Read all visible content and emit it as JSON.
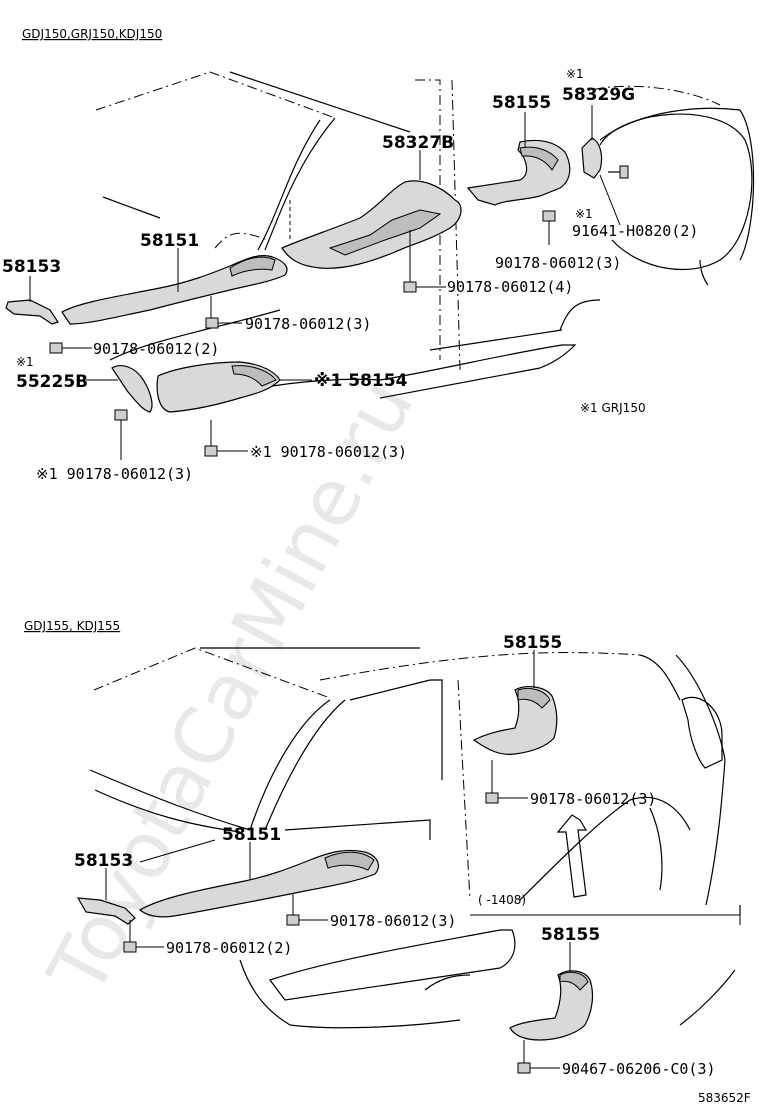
{
  "watermark": "ToyotaCarMine.ru",
  "sections": [
    {
      "title": "GDJ150,GRJ150,KDJ150",
      "labels": {
        "p58155": "58155",
        "mark_58329": "※1",
        "p58329g": "58329G",
        "p58327b": "58327B",
        "mark_91641": "※1",
        "p91641": "91641-H0820(2)",
        "p90178_3a": "90178-06012(3)",
        "p58151": "58151",
        "p90178_4": "90178-06012(4)",
        "p58153": "58153",
        "p90178_3b": "90178-06012(3)",
        "mark_55225": "※1",
        "p90178_2": "90178-06012(2)",
        "p55225b": "55225B",
        "p58154": "※1 58154",
        "note": "※1 GRJ150",
        "p90178_3c": "※1 90178-06012(3)",
        "p90178_3d": "※1 90178-06012(3)"
      }
    },
    {
      "title": "GDJ155, KDJ155",
      "labels": {
        "p58155": "58155",
        "p90178_3a": "90178-06012(3)",
        "p58151": "58151",
        "p58153": "58153",
        "range": "(   -1408)",
        "p90178_3b": "90178-06012(3)",
        "p90178_2": "90178-06012(2)",
        "p58155b": "58155",
        "p90467": "90467-06206-C0(3)"
      }
    }
  ],
  "figure_code": "583652F"
}
